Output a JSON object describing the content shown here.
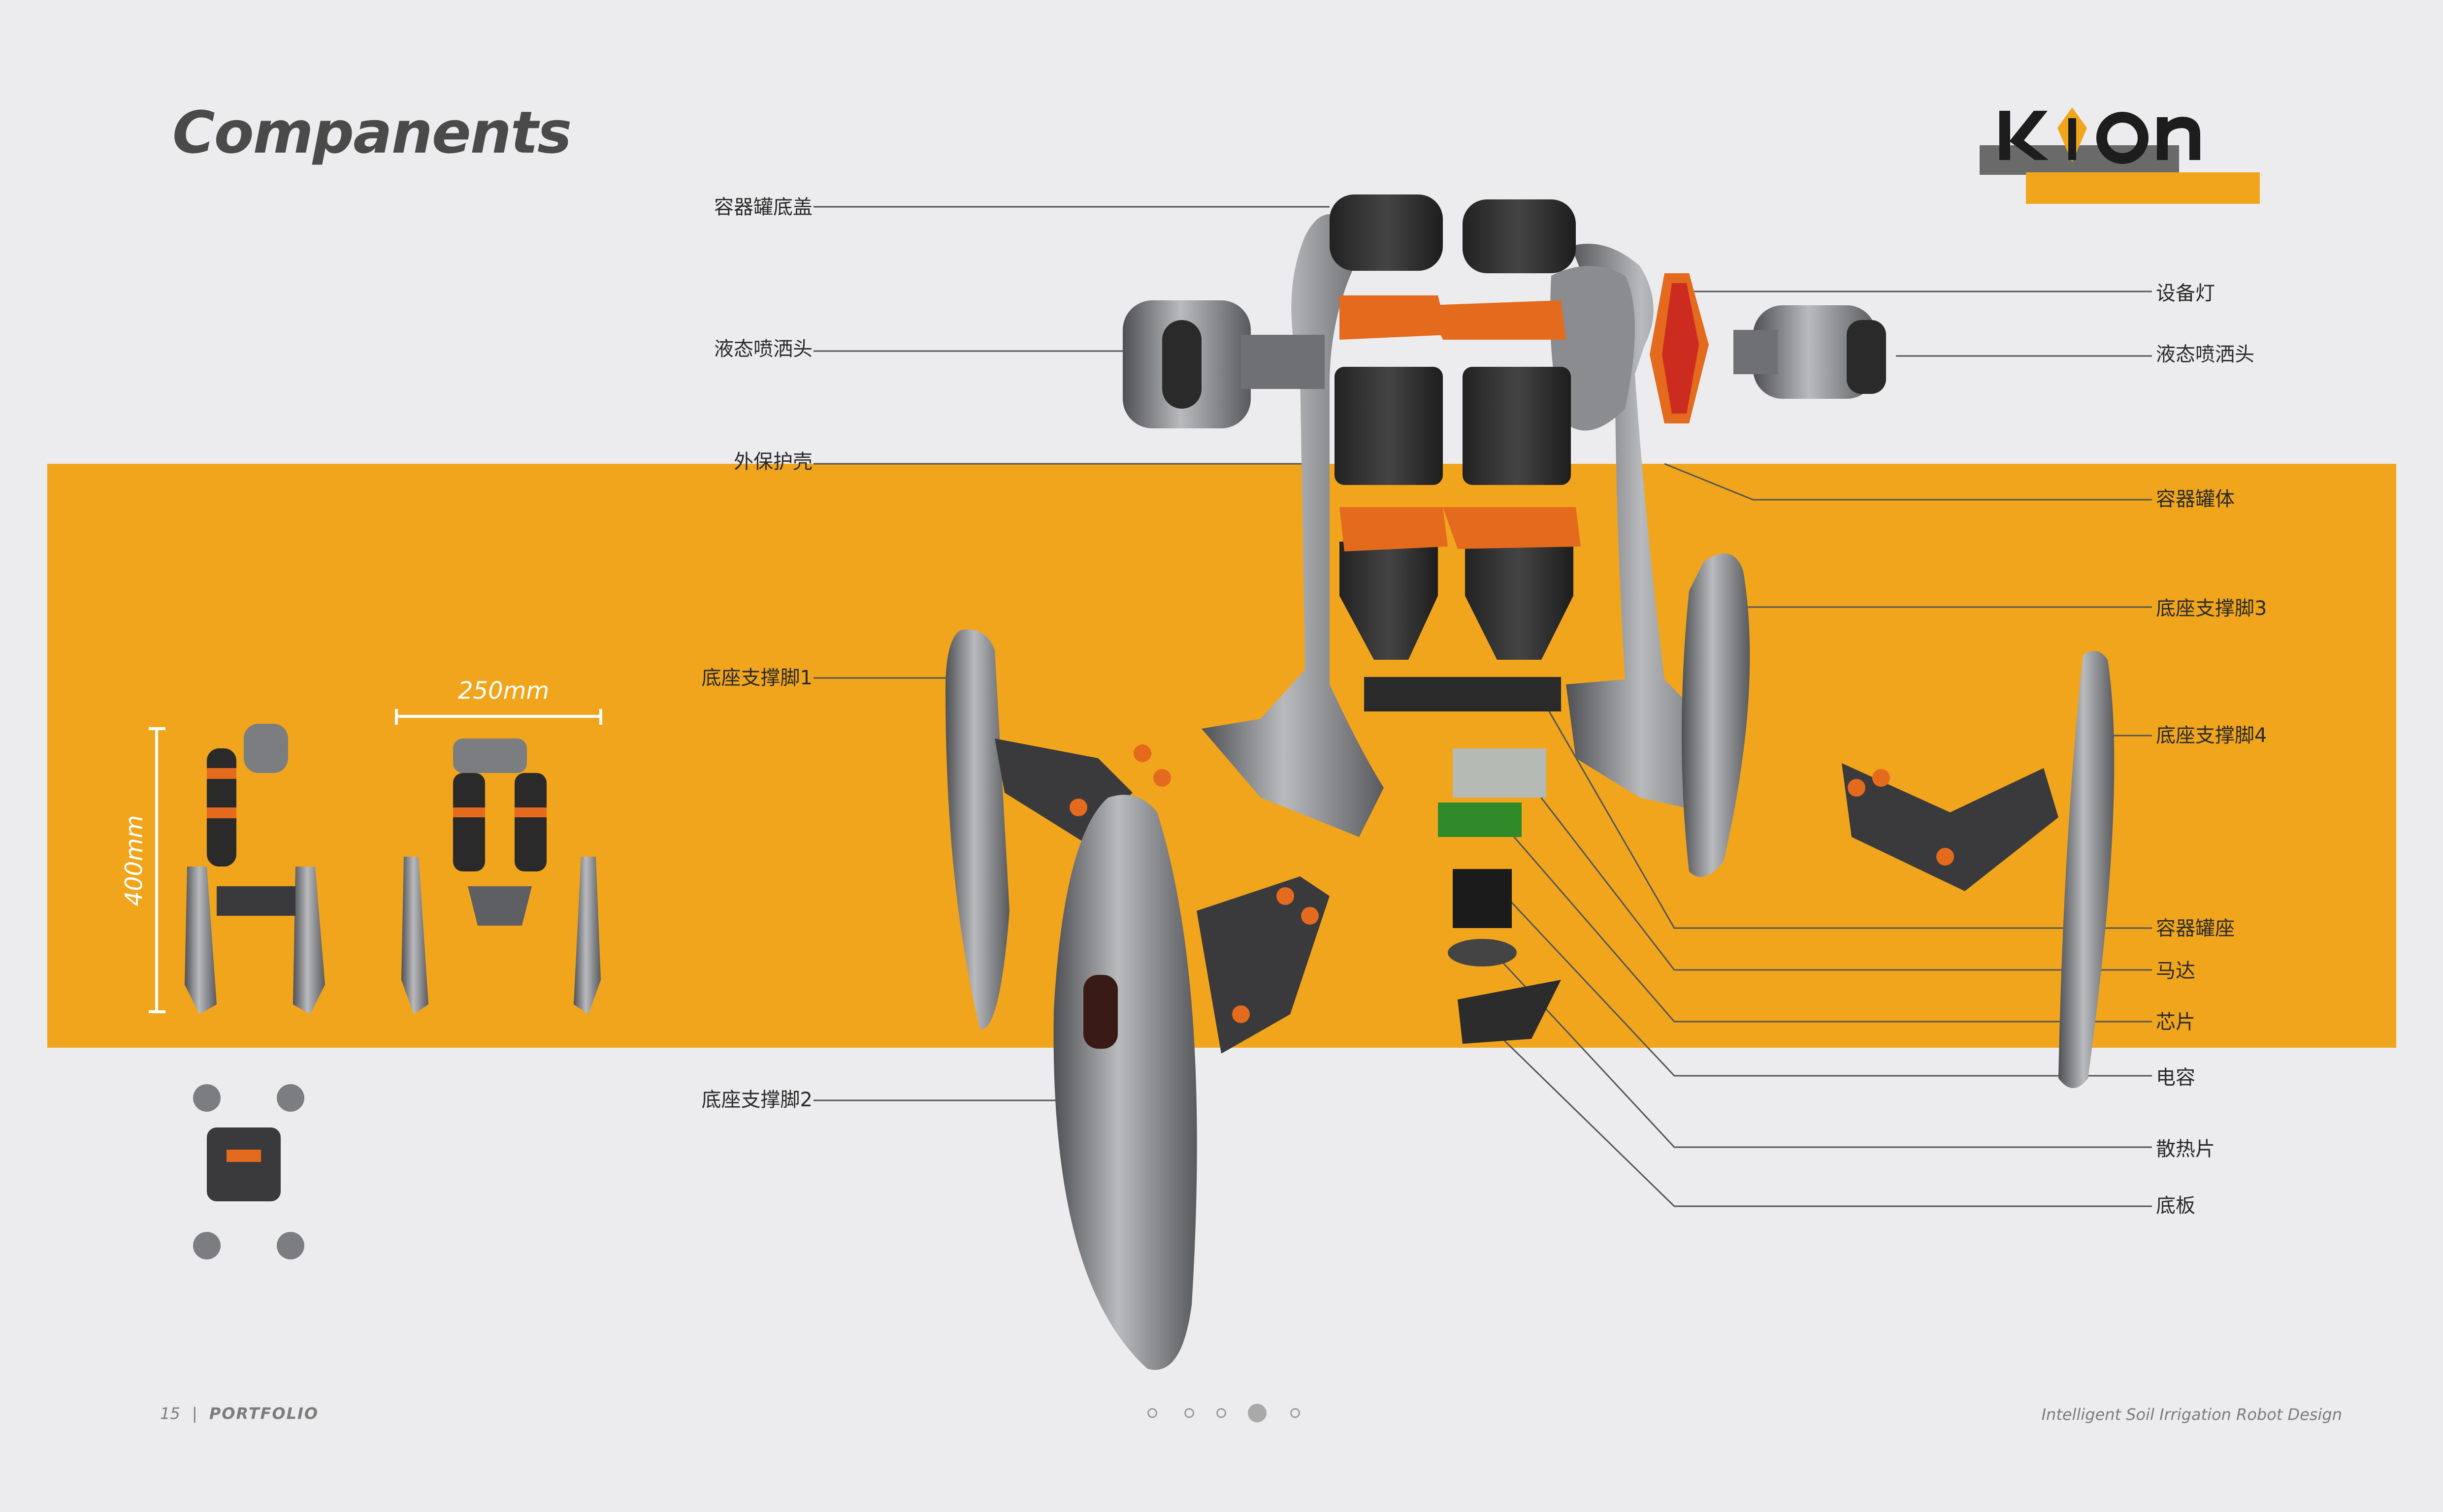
{
  "title": "Companents",
  "brand": {
    "logo_text": "KIon",
    "colors": {
      "dark": "#1d1d1d",
      "accent": "#f0a51d",
      "gray": "#6a6a6a",
      "orange": "#e46a1e"
    }
  },
  "band_color": "#f0a51d",
  "labels_left": [
    "容器罐底盖",
    "液态喷洒头",
    "外保护壳",
    "底座支撑脚1",
    "底座支撑脚2"
  ],
  "labels_right": [
    "设备灯",
    "液态喷洒头",
    "容器罐体",
    "底座支撑脚3",
    "底座支撑脚4",
    "容器罐座",
    "马达",
    "芯片",
    "电容",
    "散热片",
    "底板"
  ],
  "dimensions": {
    "height": "400mm",
    "width": "250mm"
  },
  "footer": {
    "page_number": "15",
    "section": "PORTFOLIO",
    "project": "Intelligent Soil Irrigation Robot Design"
  },
  "pager": {
    "count": 5,
    "active_index": 3
  }
}
